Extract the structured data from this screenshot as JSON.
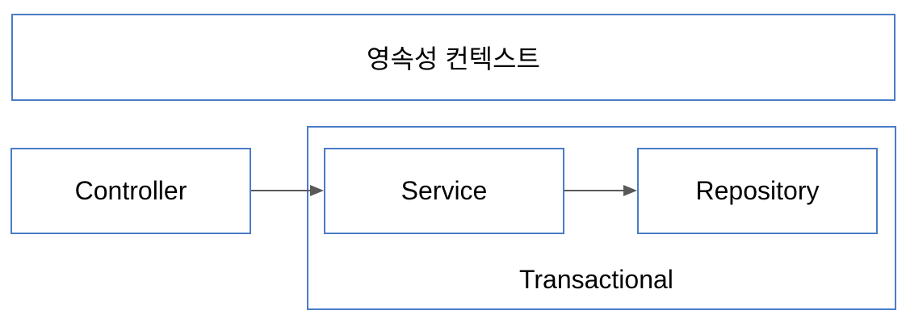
{
  "diagram": {
    "persistence_context_label": "영속성 컨텍스트",
    "controller_label": "Controller",
    "service_label": "Service",
    "repository_label": "Repository",
    "transactional_label": "Transactional"
  },
  "colors": {
    "box_border": "#4a7cc7",
    "arrow": "#595959"
  }
}
